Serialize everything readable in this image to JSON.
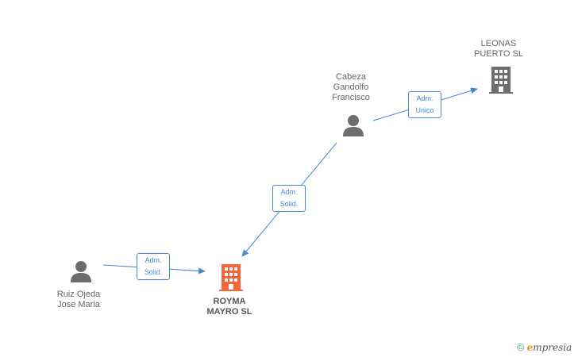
{
  "nodes": {
    "leonas": {
      "lines": [
        "LEONAS",
        "PUERTO SL"
      ],
      "type": "company"
    },
    "cabeza": {
      "lines": [
        "Cabeza",
        "Gandolfo",
        "Francisco"
      ],
      "type": "person"
    },
    "ruiz": {
      "lines": [
        "Ruiz Ojeda",
        "Jose Maria"
      ],
      "type": "person"
    },
    "royma": {
      "lines": [
        "ROYMA",
        "MAYRO SL"
      ],
      "type": "company",
      "highlight": true
    }
  },
  "edges": {
    "cabeza_leonas": {
      "lines": [
        "Adm.",
        "Unico"
      ]
    },
    "cabeza_royma": {
      "lines": [
        "Adm.",
        "Solid."
      ]
    },
    "ruiz_royma": {
      "lines": [
        "Adm.",
        "Solid."
      ]
    }
  },
  "colors": {
    "edge": "#4a86d8",
    "node_icon": "#6d6d6d",
    "highlight_icon": "#f4653a"
  },
  "brand": {
    "copyright": "©",
    "initial": "e",
    "name": "mpresia"
  }
}
